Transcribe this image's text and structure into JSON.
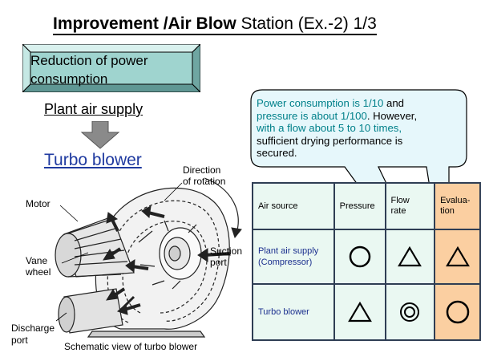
{
  "title": {
    "bold_part": "Improvement /Air Blow",
    "normal_part": " Station (Ex.-2) 1/3"
  },
  "reduction_box": {
    "text_line1": "Reduction of power",
    "text_line2": "consumption",
    "color": "#9fd4cf"
  },
  "flow": {
    "supply_label": "Plant air supply",
    "arrow_icon": "down-arrow-icon",
    "target_label": "Turbo blower"
  },
  "diagram": {
    "labels": {
      "direction": "Direction\nof rotation",
      "motor": "Motor",
      "suction": "Suction\nport",
      "vane": "Vane\nwheel",
      "discharge": "Discharge\nport",
      "caption": "Schematic view of turbo blower"
    }
  },
  "callout": {
    "line1a": "Power consumption is 1/10",
    "line1b": " and",
    "line2a": "pressure is about 1/100",
    "line2b": ". However,",
    "line3": "with a flow about 5 to 10 times,",
    "line4": "sufficient drying performance is",
    "line5": "secured."
  },
  "table": {
    "headers": {
      "air_source": "Air source",
      "pressure": "Pressure",
      "flow": "Flow\nrate",
      "evaluation": "Evalua-\ntion"
    },
    "rows": [
      {
        "source": "Plant air supply\n(Compressor)",
        "pressure": "circle",
        "flow": "triangle",
        "evaluation": "triangle"
      },
      {
        "source": "Turbo blower",
        "pressure": "triangle",
        "flow": "double-circle",
        "evaluation": "circle"
      }
    ]
  },
  "colors": {
    "teal": "#00808a",
    "navy": "#1b2f8e",
    "eval_highlight": "#fbcfa1",
    "table_bg": "#eaf8f2"
  }
}
